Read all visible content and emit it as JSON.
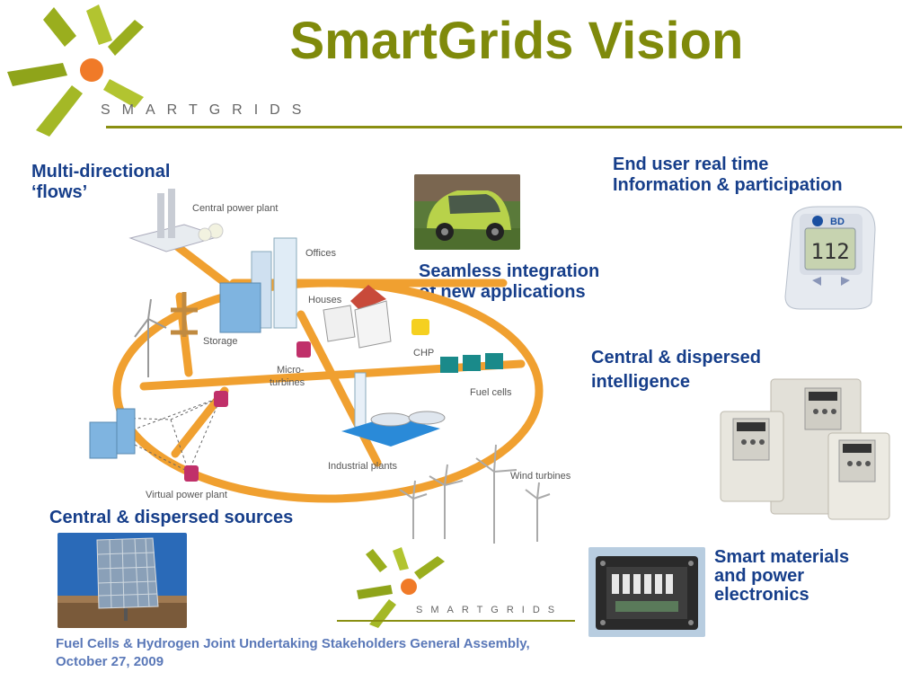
{
  "slide": {
    "title": "SmartGrids Vision",
    "logo_text": "SMARTGRIDS",
    "bottom_logo_text": "SMARTGRIDS"
  },
  "labels": {
    "multi_directional": "Multi-directional",
    "flows": "‘flows’",
    "end_user_1": "End user real time",
    "end_user_2": "Information & participation",
    "seamless_1": "Seamless integration",
    "seamless_2": "of new applications",
    "central_intel_1": "Central & dispersed",
    "central_intel_2": "intelligence",
    "central_sources": "Central & dispersed sources",
    "smart_materials_1": "Smart materials",
    "smart_materials_2": "and power",
    "smart_materials_3": "electronics"
  },
  "diagram": {
    "central_power_plant": "Central power plant",
    "offices": "Offices",
    "houses": "Houses",
    "storage": "Storage",
    "chp": "CHP",
    "micro_turbines_1": "Micro-",
    "micro_turbines_2": "turbines",
    "fuel_cells": "Fuel cells",
    "industrial_plants": "Industrial plants",
    "virtual_power_plant": "Virtual power plant",
    "wind_turbines": "Wind turbines"
  },
  "meter": {
    "brand": "BD",
    "reading": "112"
  },
  "footer": {
    "line1": "Fuel Cells & Hydrogen Joint Undertaking Stakeholders General Assembly,",
    "line2": "October 27, 2009"
  },
  "colors": {
    "title": "#7f8a0b",
    "label_blue": "#163e8a",
    "footer_blue": "#5a78b8",
    "grid_orange": "#f0a030",
    "logo_green": "#9aae1e",
    "logo_orange": "#f07a28"
  }
}
